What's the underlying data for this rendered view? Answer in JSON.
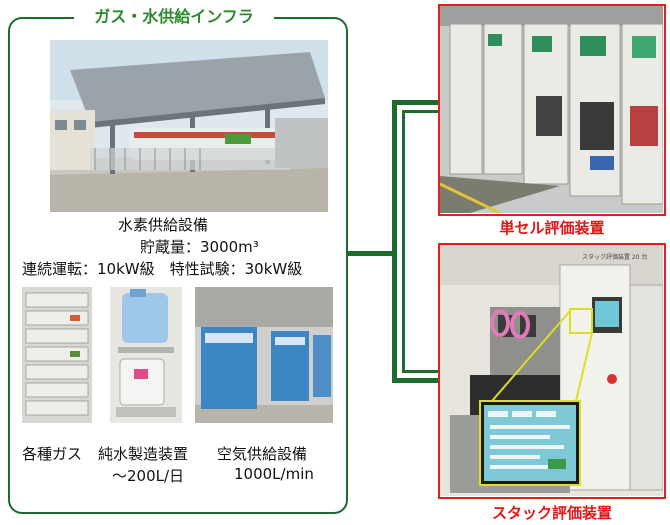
{
  "infra": {
    "title": "ガス・水供給インフラ",
    "hydrogen": {
      "line1": "水素供給設備",
      "line2": "貯蔵量：3000m³",
      "line3": "連続運転：10kW級　特性試験：30kW級"
    },
    "gas": {
      "label": "各種ガス"
    },
    "water": {
      "label1": "純水製造装置",
      "label2": "～200L/日"
    },
    "air": {
      "label1": "空気供給設備",
      "label2": "1000L/min"
    }
  },
  "single_cell": {
    "label": "単セル評価装置"
  },
  "stack": {
    "label": "スタック評価装置",
    "panel_text": "スタック評価装置 20 台"
  }
}
